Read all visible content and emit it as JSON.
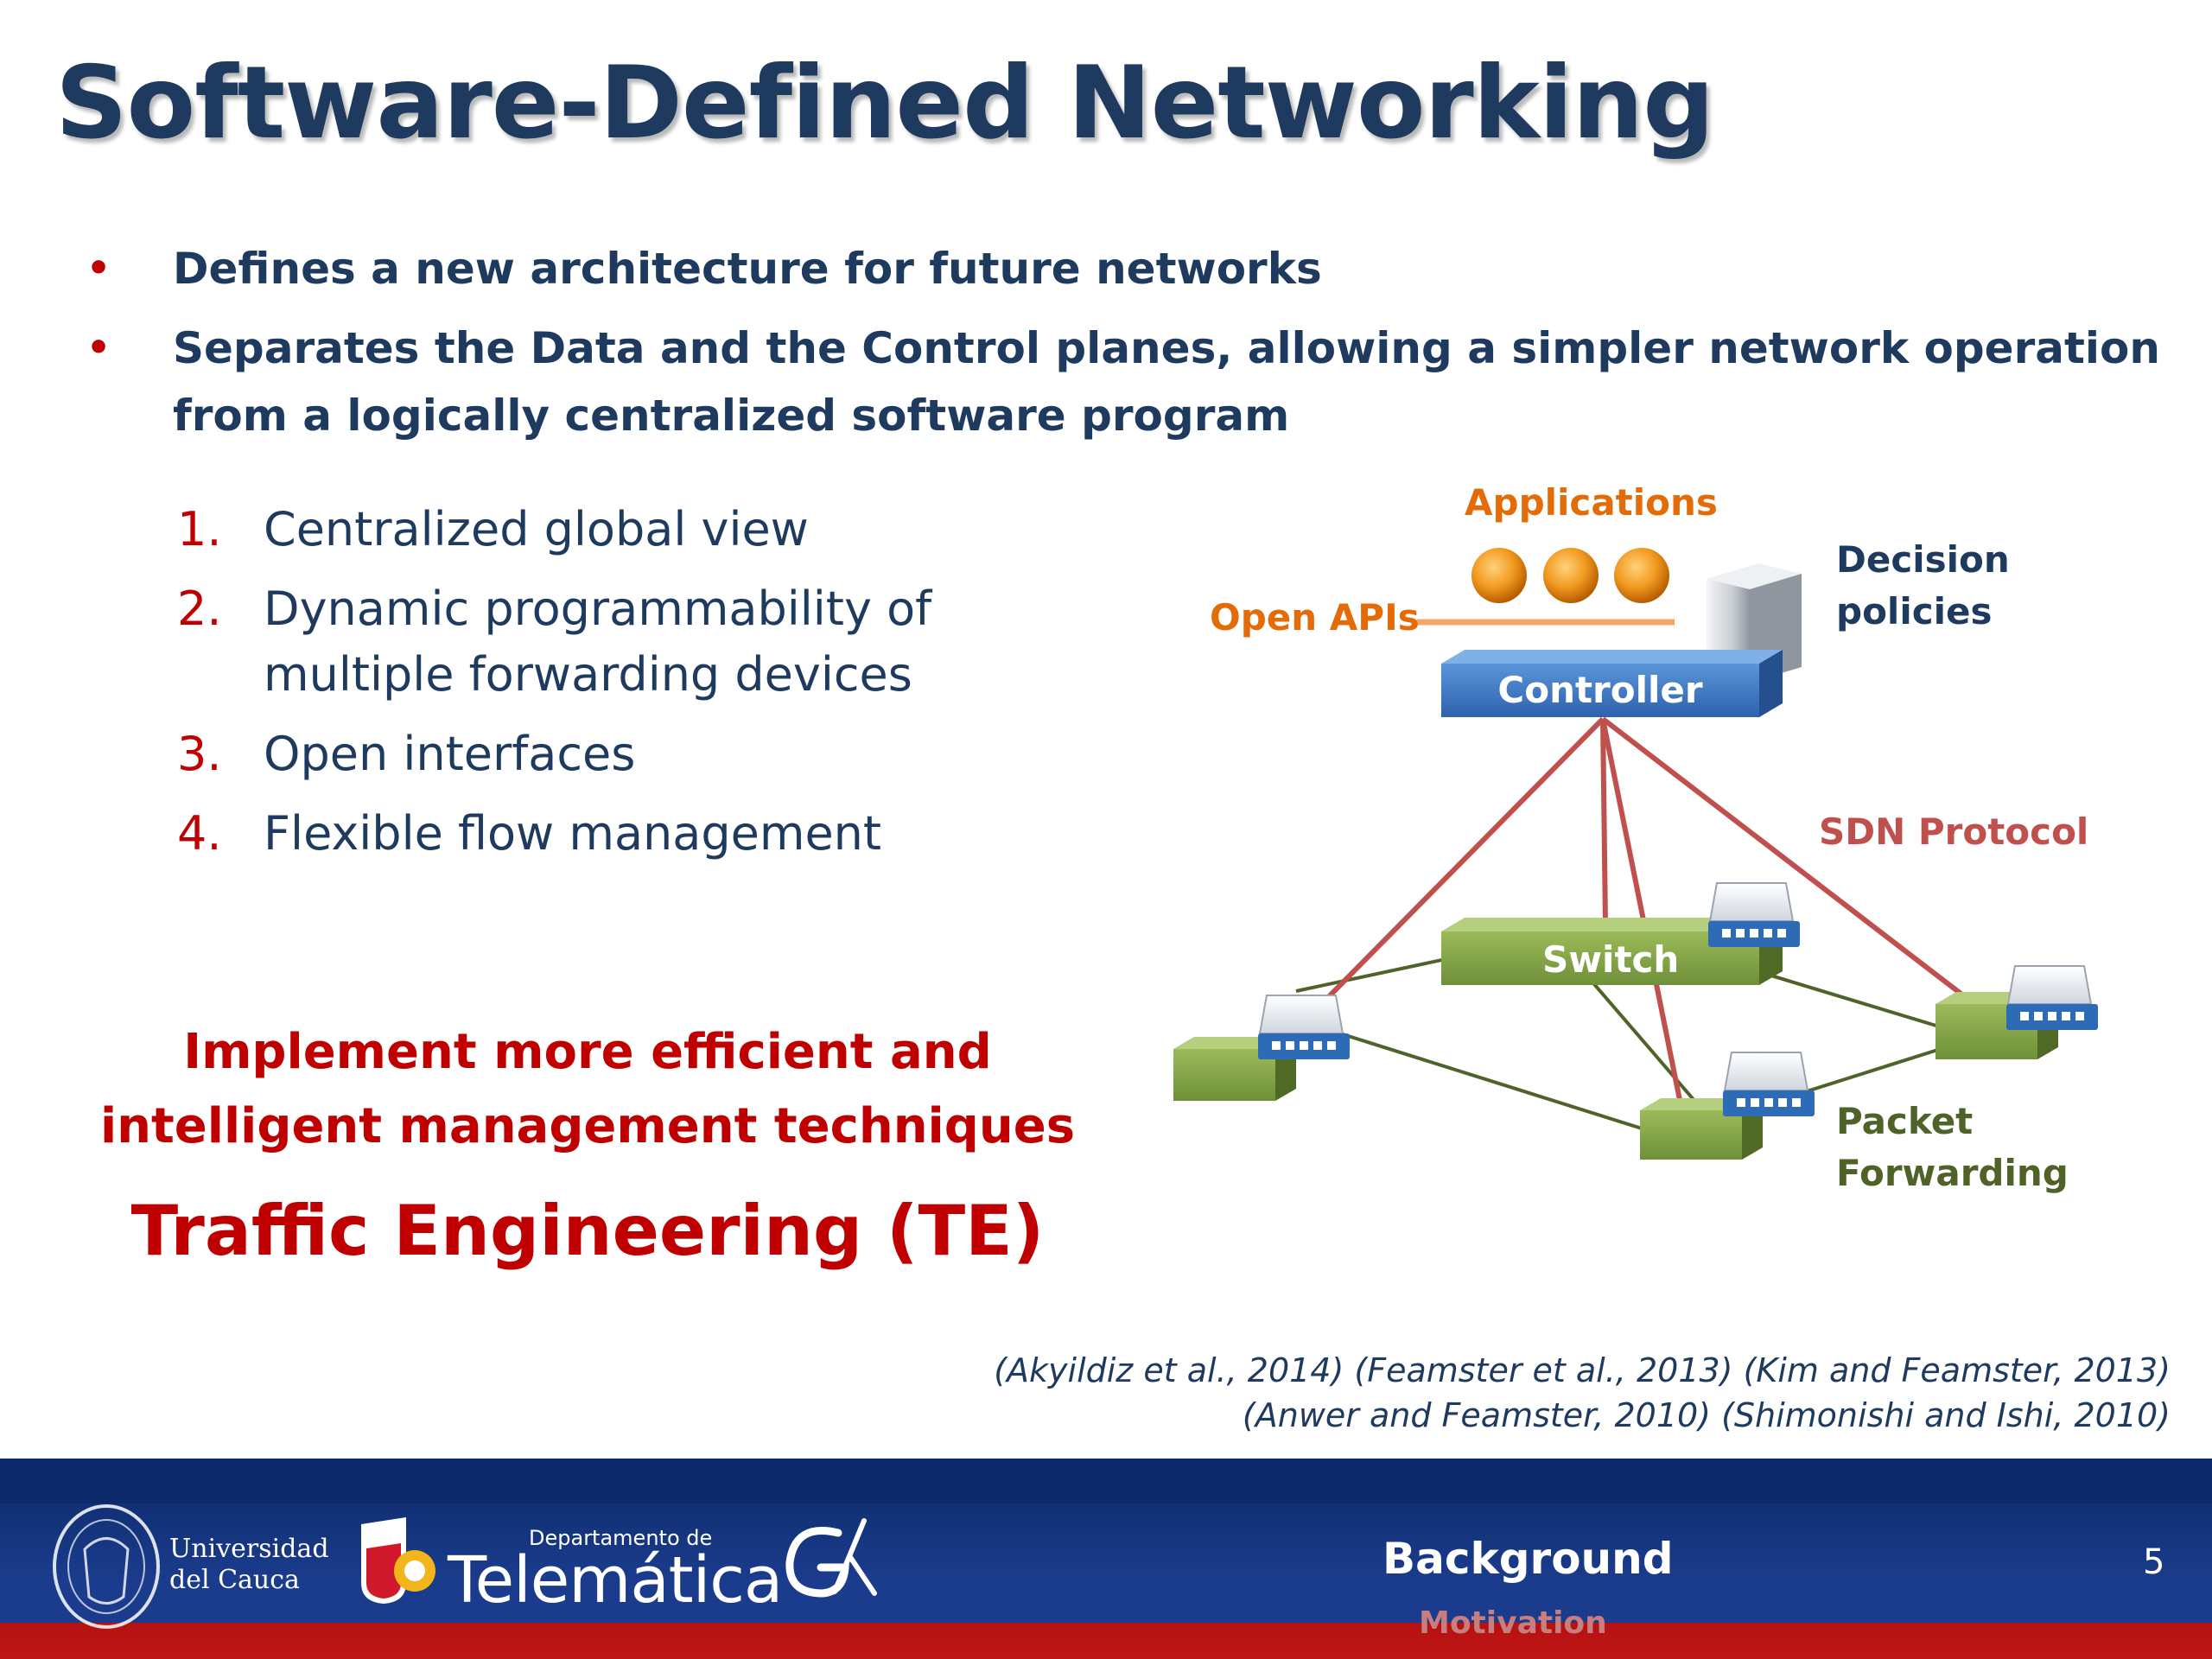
{
  "title": "Software-Defined Networking",
  "bullets": [
    {
      "lines": [
        "Defines a new architecture for future networks"
      ]
    },
    {
      "lines": [
        "Separates the Data and the Control planes, allowing a simpler network operation",
        "from a logically centralized software program"
      ]
    }
  ],
  "features": [
    {
      "num": "1.",
      "lines": [
        "Centralized global view"
      ]
    },
    {
      "num": "2.",
      "lines": [
        "Dynamic programmability of",
        "multiple forwarding devices"
      ]
    },
    {
      "num": "3.",
      "lines": [
        "Open interfaces"
      ]
    },
    {
      "num": "4.",
      "lines": [
        "Flexible flow management"
      ]
    }
  ],
  "highlight": {
    "line1": "Implement more efficient and",
    "line2": "intelligent management techniques",
    "te": "Traffic Engineering (TE)"
  },
  "diagram": {
    "applications": "Applications",
    "open_apis": "Open APIs",
    "decision_1": "Decision",
    "decision_2": "policies",
    "controller": "Controller",
    "sdn_protocol": "SDN Protocol",
    "switch": "Switch",
    "packet_1": "Packet",
    "packet_2": "Forwarding",
    "colors": {
      "orange": "#e36c09",
      "red": "#c0504d",
      "green": "#4f6228",
      "navy": "#1f3a5f",
      "blue": "#2e6bb7"
    }
  },
  "citations": [
    "(Akyildiz et al., 2014) (Feamster et al., 2013) (Kim and Feamster, 2013)",
    "(Anwer and Feamster, 2010) (Shimonishi and Ishi, 2010)"
  ],
  "footer": {
    "university_line1": "Universidad",
    "university_line2": "del Cauca",
    "dept_small": "Departamento de",
    "dept_big": "Telemática",
    "section": "Background",
    "subsection": "Motivation",
    "page": "5"
  }
}
